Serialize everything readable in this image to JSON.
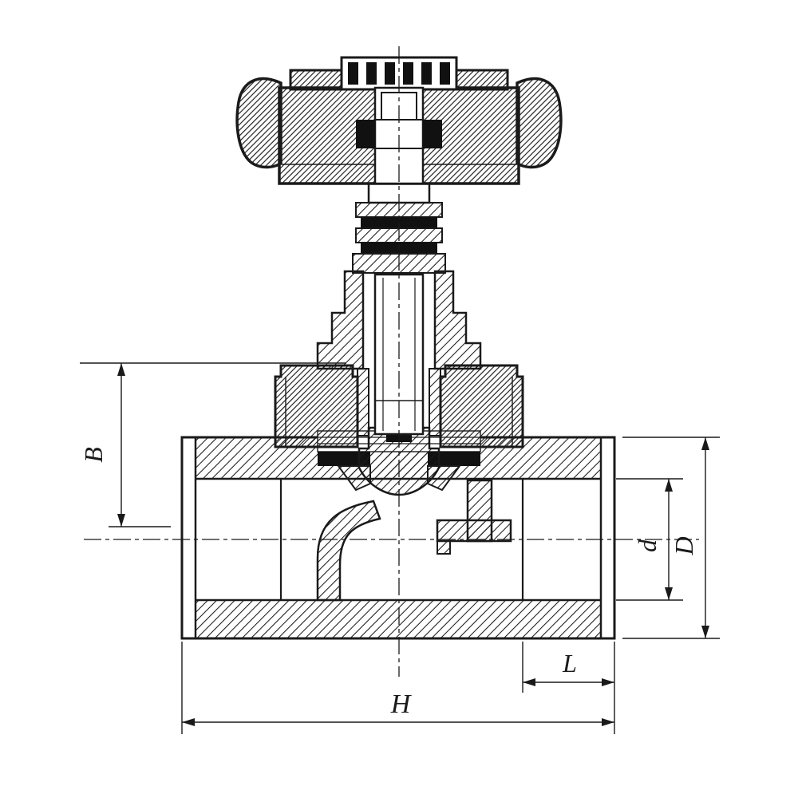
{
  "page": {
    "background": "#ffffff",
    "line_color": "#1a1a1a"
  },
  "drawing": {
    "labels": {
      "B": "B",
      "d": "d",
      "D": "D",
      "L": "L",
      "H": "H"
    }
  }
}
